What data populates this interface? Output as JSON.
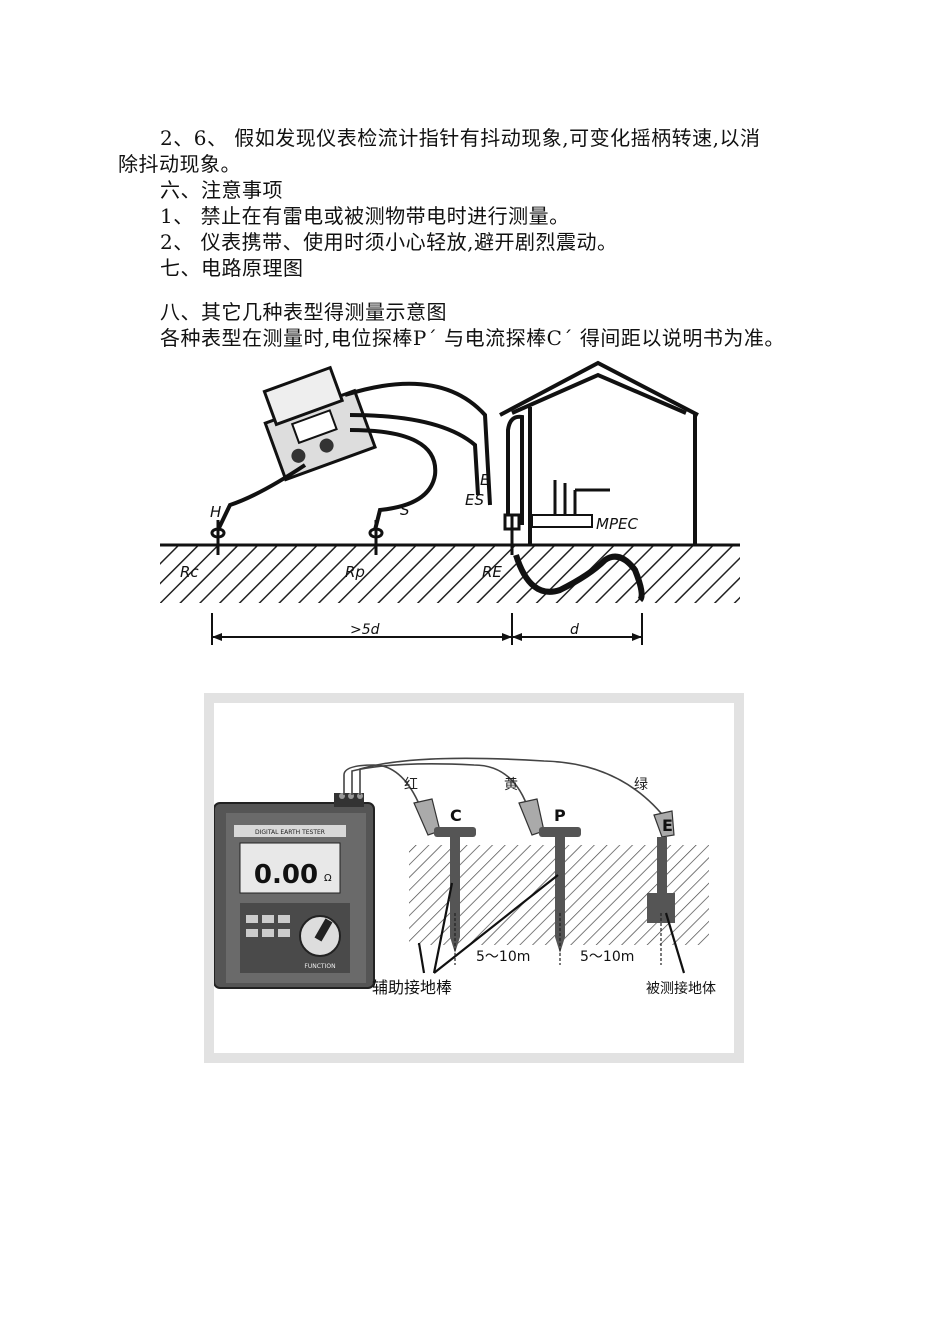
{
  "paragraphs": {
    "p1_line1": "2、6、  假如发现仪表检流计指针有抖动现象,可变化摇柄转速,以消",
    "p1_line2": "除抖动现象。",
    "h6": "六、注意事项",
    "item1": "1、  禁止在有雷电或被测物带电时进行测量。",
    "item2": "2、  仪表携带、使用时须小心轻放,避开剧烈震动。",
    "h7": "七、电路原理图",
    "h8": "八、其它几种表型得测量示意图",
    "p2": "各种表型在测量时,电位探棒P´ 与电流探棒C´ 得间距以说明书为准。"
  },
  "figure1": {
    "labels": {
      "h": "H",
      "s": "S",
      "e": "E",
      "es": "ES",
      "mpec": "MPEC",
      "rc": "Rc",
      "rp": "Rp",
      "re": "RE",
      "dist_left": ">5d",
      "dist_right": "d"
    }
  },
  "figure2": {
    "wire_red": "红",
    "wire_yellow": "黄",
    "wire_green": "绿",
    "rod_c": "C",
    "rod_p": "P",
    "rod_e": "E",
    "dist1": "5～10m",
    "dist2": "5～10m",
    "aux_label": "辅助接地棒",
    "target_label": "被测接地体",
    "meter_brand": "DIGITAL EARTH TESTER",
    "meter_reading": "0.00",
    "meter_unit": "Ω",
    "meter_function": "FUNCTION"
  }
}
